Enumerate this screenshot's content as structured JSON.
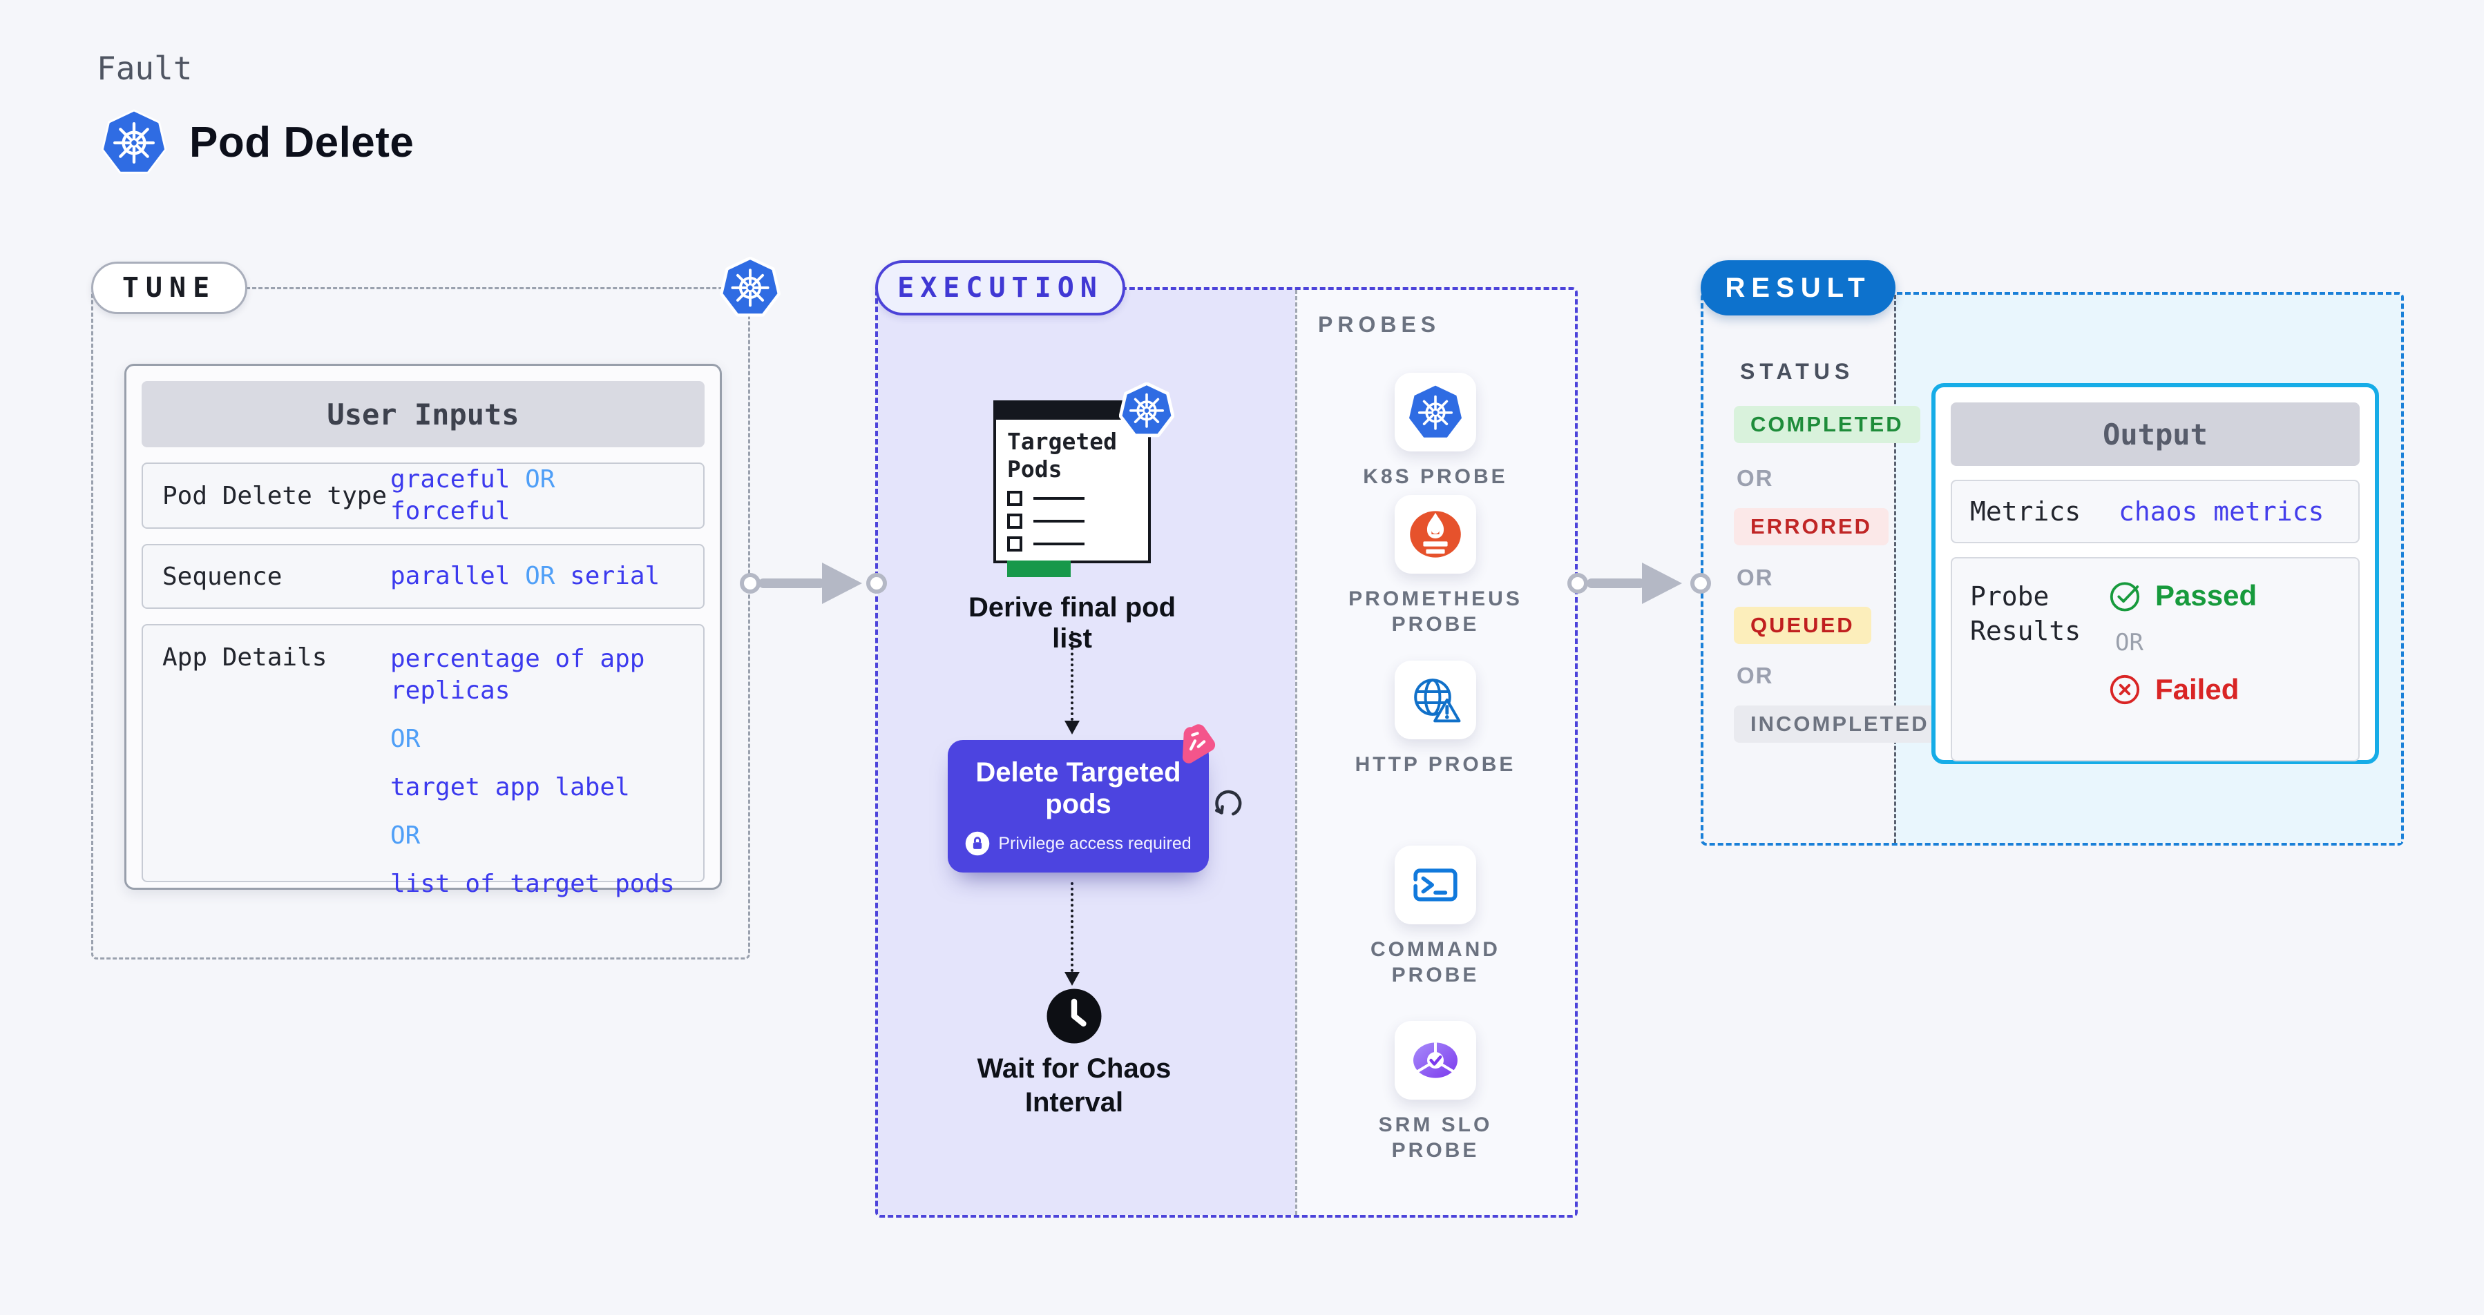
{
  "header": {
    "kicker": "Fault",
    "title": "Pod Delete"
  },
  "tune": {
    "badge": "TUNE",
    "user_inputs": {
      "title": "User Inputs",
      "row1_label": "Pod Delete type",
      "row1_v1": "graceful",
      "row1_or": "OR",
      "row1_v2": "forceful",
      "row2_label": "Sequence",
      "row2_v1": "parallel",
      "row2_or": "OR",
      "row2_v2": "serial",
      "row3_label": "App Details",
      "row3_lines": [
        "percentage of app replicas",
        "OR",
        "target app label",
        "OR",
        "list of target pods"
      ]
    }
  },
  "execution": {
    "badge": "EXECUTION",
    "targeted_pods_title": "Targeted Pods",
    "step1": "Derive final pod list",
    "step2_title": "Delete Targeted pods",
    "step2_note": "Privilege access required",
    "step3": "Wait for Chaos Interval",
    "probes": {
      "heading": "PROBES",
      "items": [
        {
          "name": "K8S PROBE",
          "icon": "kubernetes-icon"
        },
        {
          "name": "PROMETHEUS PROBE",
          "icon": "prometheus-icon"
        },
        {
          "name": "HTTP PROBE",
          "icon": "http-globe-icon"
        },
        {
          "name": "COMMAND PROBE",
          "icon": "terminal-icon"
        },
        {
          "name": "SRM SLO PROBE",
          "icon": "srm-slo-icon"
        }
      ]
    }
  },
  "result": {
    "badge": "RESULT",
    "status_heading": "STATUS",
    "statuses": [
      "COMPLETED",
      "OR",
      "ERRORED",
      "OR",
      "QUEUED",
      "OR",
      "INCOMPLETED"
    ],
    "output": {
      "title": "Output",
      "metrics_label": "Metrics",
      "metrics_value": "chaos metrics",
      "probe_results_label": "Probe Results",
      "passed": "Passed",
      "or_label": "OR",
      "failed": "Failed"
    }
  },
  "colors": {
    "page_bg": "#f5f6fa",
    "lavender_bg": "#e4e4fb",
    "cyan_bg": "#e9f6fd",
    "indigo_accent": "#4c44e0",
    "value_indigo": "#3c3aee",
    "or_blue": "#4f9ff7",
    "result_blue": "#0d72cd",
    "output_border_cyan": "#16ace7",
    "completed_green": "#1e8c3a",
    "errored_red": "#c02626",
    "queued_yellow": "#fceebb",
    "passed_green": "#179a3c",
    "failed_red": "#d92525",
    "kubernetes_blue": "#2f6ce3",
    "prometheus_orange": "#e6522c",
    "litmus_pink": "#f4558b"
  },
  "icons": {
    "kubernetes": "kubernetes-icon",
    "prometheus": "prometheus-icon",
    "http_globe": "http-globe-icon",
    "terminal": "terminal-icon",
    "srm_slo": "srm-slo-icon",
    "lock": "lock-icon",
    "clock": "clock-icon",
    "refresh": "refresh-icon",
    "chaos_pink": "chaos-litmus-icon",
    "check_circle": "check-circle-icon",
    "x_circle": "x-circle-icon"
  }
}
